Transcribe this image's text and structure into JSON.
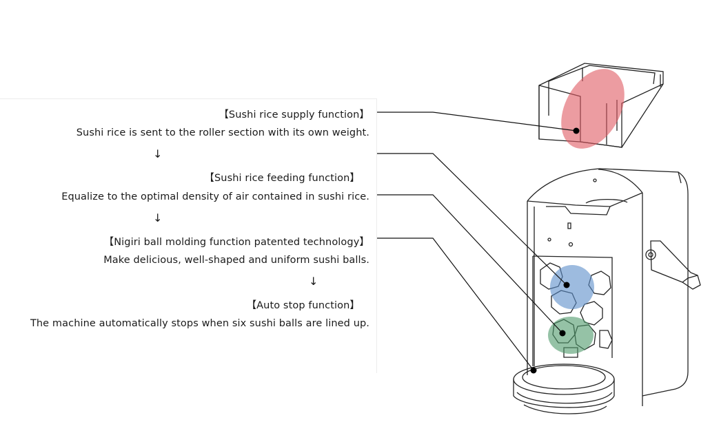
{
  "diagram": {
    "sections": [
      {
        "title": "【Sushi rice supply function】",
        "description": "Sushi rice is sent to the roller section with its own weight.",
        "arrow": "↓"
      },
      {
        "title": "【Sushi rice feeding function】",
        "description": "Equalize to the optimal density of air contained in sushi rice.",
        "arrow": "↓"
      },
      {
        "title": "【Nigiri ball molding function  patented technology】",
        "description": "Make delicious, well-shaped and uniform sushi balls.",
        "arrow": "↓"
      },
      {
        "title": "【Auto stop function】",
        "description": "The machine automatically stops when six sushi balls are lined up."
      }
    ],
    "highlight_colors": {
      "hopper": "#e05a63",
      "feeder": "#5b8ec9",
      "molder": "#4f9a6a"
    }
  }
}
